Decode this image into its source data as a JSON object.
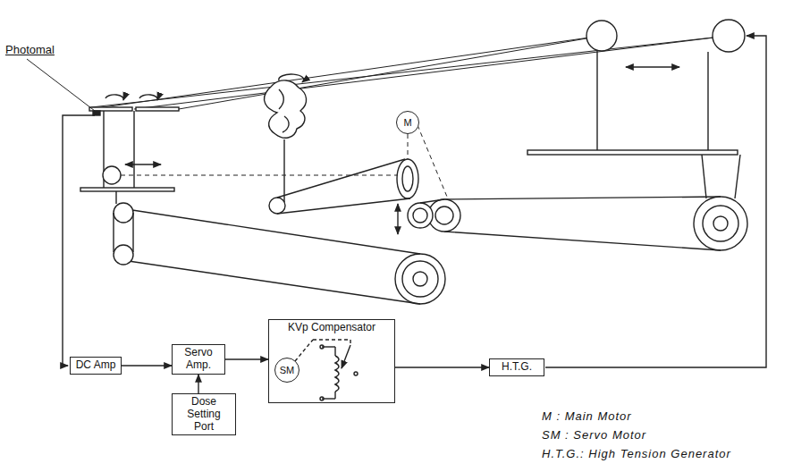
{
  "diagram": {
    "nodes": [
      {
        "text": [
          "M"
        ]
      },
      {
        "text": [
          "DC Amp"
        ]
      },
      {
        "text": [
          "Servo Amp."
        ]
      },
      {
        "text": [
          "KVp Compensator"
        ]
      },
      {
        "text": [
          "SM"
        ],
        "in": 3
      },
      {
        "text": [
          "H.T.G."
        ]
      },
      {
        "text": [
          "Dose Setting Port"
        ]
      }
    ],
    "edges": [
      {
        "from": 1,
        "to": 2,
        "arrow": "to"
      },
      {
        "from": 6,
        "to": 2,
        "arrow": "to"
      },
      {
        "from": 2,
        "to": 3,
        "arrow": "to"
      },
      {
        "from": 3,
        "to": 5,
        "arrow": "to"
      }
    ],
    "labels": [
      "Photomal"
    ],
    "legend": [
      {
        "text": "M : Main Motor"
      },
      {
        "text": "SM : Servo Motor"
      },
      {
        "text": "H.T.G.: High Tension Generator"
      }
    ]
  }
}
